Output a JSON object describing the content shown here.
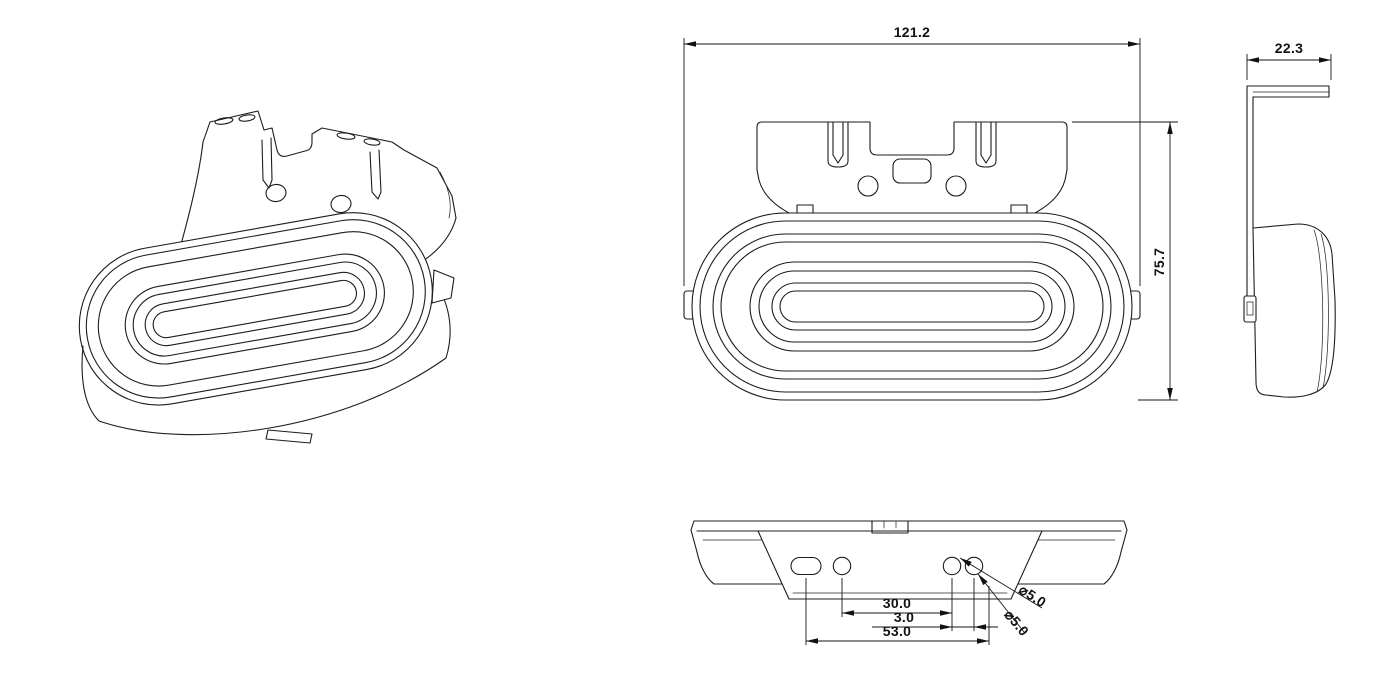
{
  "dimensions": {
    "front_width": "121.2",
    "front_height": "75.7",
    "side_depth": "22.3",
    "hole_spacing": "30.0",
    "hole_offset": "3.0",
    "mount_span": "53.0",
    "hole_dia_a": "⌀5.0",
    "hole_dia_b": "⌀5.0"
  }
}
